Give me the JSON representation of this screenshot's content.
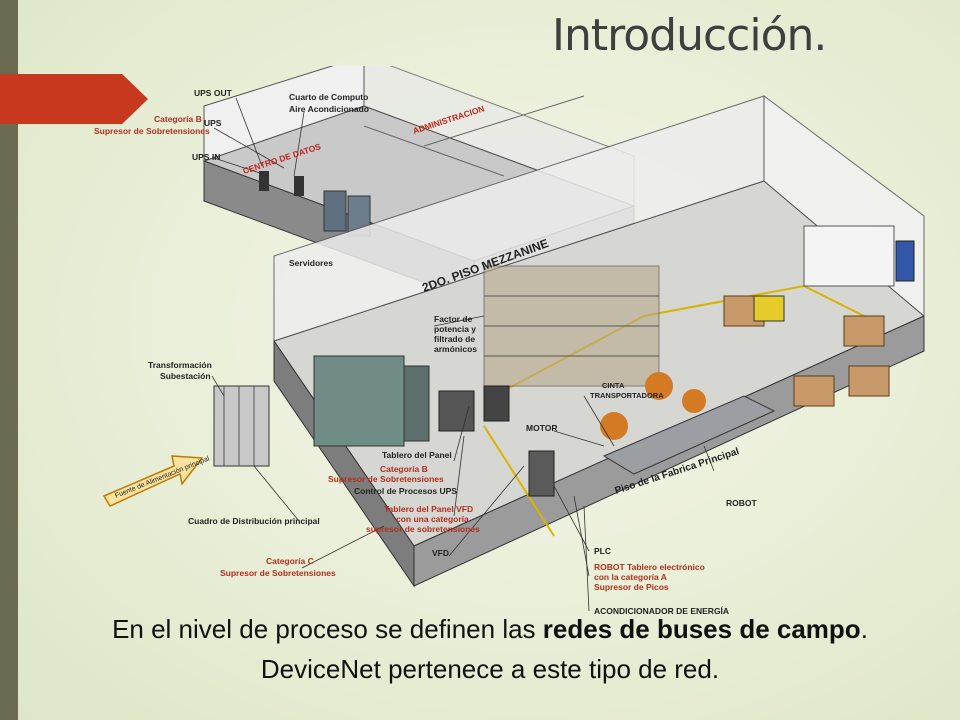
{
  "slide": {
    "title": "Introducción.",
    "caption_line1_a": "En el nivel de proceso se definen las ",
    "caption_line1_bold": "redes de buses de campo",
    "caption_line1_c": ".",
    "caption_line2": "DeviceNet pertenece a este tipo de red."
  },
  "diagram": {
    "labels": {
      "ups_out": "UPS OUT",
      "categoria_b_top": "Categoría B",
      "supresor_top": "Supresor de Sobretensiones",
      "ups": "UPS",
      "ups_in": "UPS IN",
      "cuarto_computo": "Cuarto de Computo",
      "aire": "Aire Acondicionado",
      "administracion": "ADMINISTRACION",
      "centro_datos": "CENTRO DE DATOS",
      "servidores": "Servidores",
      "mezzanine": "2DO. PISO MEZZANINE",
      "factor": "Factor de",
      "potencia": "potencia y",
      "filtrado": "filtrado de",
      "armonicos": "armónicos",
      "transformacion": "Transformación",
      "subestacion": "Subestación",
      "fuente": "Fuente de Alimentación principal",
      "cinta": "CINTA",
      "transportadora": "TRANSPORTADORA",
      "motor": "MOTOR",
      "piso": "Piso de la Fabrica Principal",
      "robot": "ROBOT",
      "tablero": "Tablero del Panel",
      "categoria_b": "Categoría B",
      "supresor_b": "Supresor de Sobretensiones",
      "control": "Control de Procesos UPS",
      "vfd_panel": "Tablero del Panel VFD",
      "vfd_cat": "con una categoría",
      "vfd_sup": "supresor de sobretensiones",
      "vfd": "VFD",
      "cuadro": "Cuadro de Distribución principal",
      "categoria_c": "Categoría C",
      "supresor_c": "Supresor de Sobretensiones",
      "plc": "PLC",
      "robot_tab": "ROBOT Tablero electrónico",
      "robot_cat": "con la categoría A",
      "robot_sup": "Supresor de Picos",
      "acond": "ACONDICIONADOR DE ENERGÍA"
    }
  }
}
